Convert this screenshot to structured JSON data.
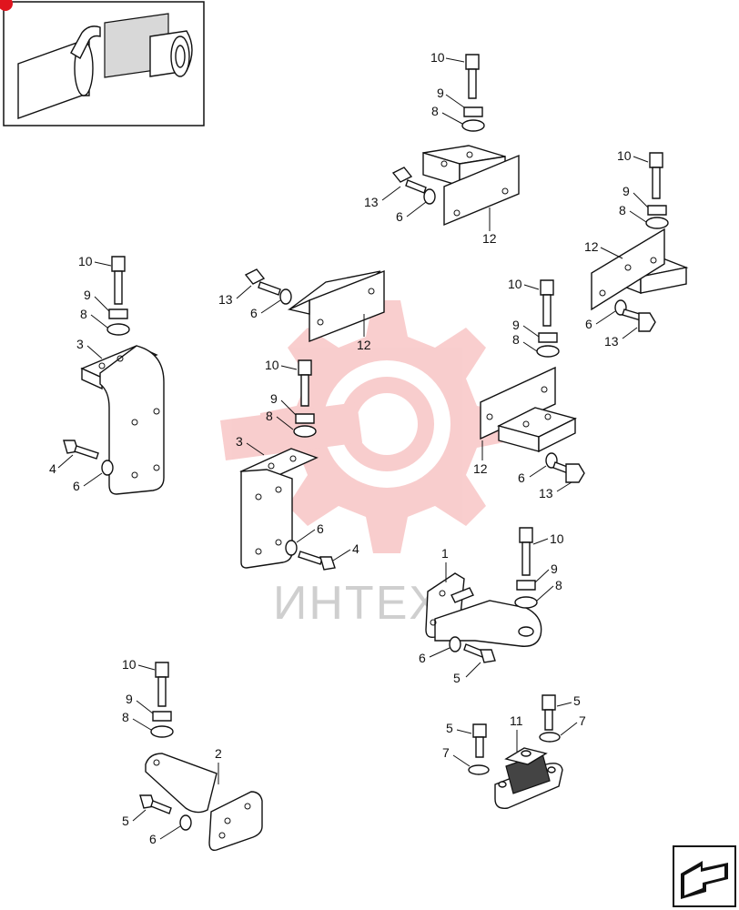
{
  "watermark": {
    "text": "ИНТЕХ",
    "color": "#f0a0a0"
  },
  "callouts": {
    "c10a": "10",
    "c9a": "9",
    "c8a": "8",
    "c13a": "13",
    "c6a": "6",
    "c12a": "12",
    "c10b": "10",
    "c9b": "9",
    "c8b": "8",
    "c12b": "12",
    "c6b": "6",
    "c13b": "13",
    "c10c": "10",
    "c9c": "9",
    "c8c": "8",
    "c3a": "3",
    "c4a": "4",
    "c6c": "6",
    "c13c": "13",
    "c6d": "6",
    "c12c": "12",
    "c10d": "10",
    "c9d": "9",
    "c8d": "8",
    "c3b": "3",
    "c6e": "6",
    "c4b": "4",
    "c10e": "10",
    "c9e": "9",
    "c8e": "8",
    "c12d": "12",
    "c6f": "6",
    "c13d": "13",
    "c1": "1",
    "c10f": "10",
    "c9f": "9",
    "c8f": "8",
    "c6g": "6",
    "c5a": "5",
    "c10g": "10",
    "c9g": "9",
    "c8g": "8",
    "c2": "2",
    "c5b": "5",
    "c6h": "6",
    "c5c": "5",
    "c7a": "7",
    "c11": "11",
    "c5d": "5",
    "c7b": "7"
  },
  "icons": [
    "muffler-thumbnail-icon",
    "next-page-arrow-icon"
  ]
}
